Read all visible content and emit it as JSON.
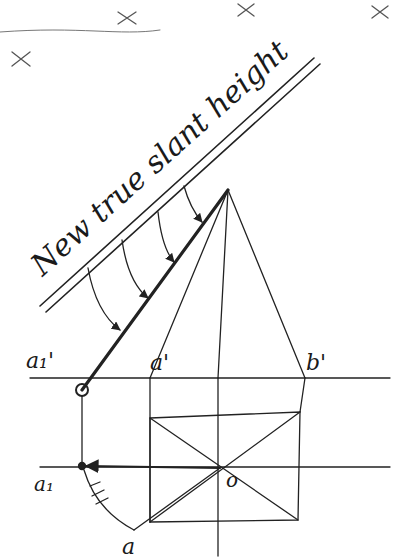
{
  "diagram": {
    "labels": [
      "New true slant height",
      "a₁'",
      "a'",
      "b'",
      "a₁",
      "o",
      "a"
    ]
  }
}
